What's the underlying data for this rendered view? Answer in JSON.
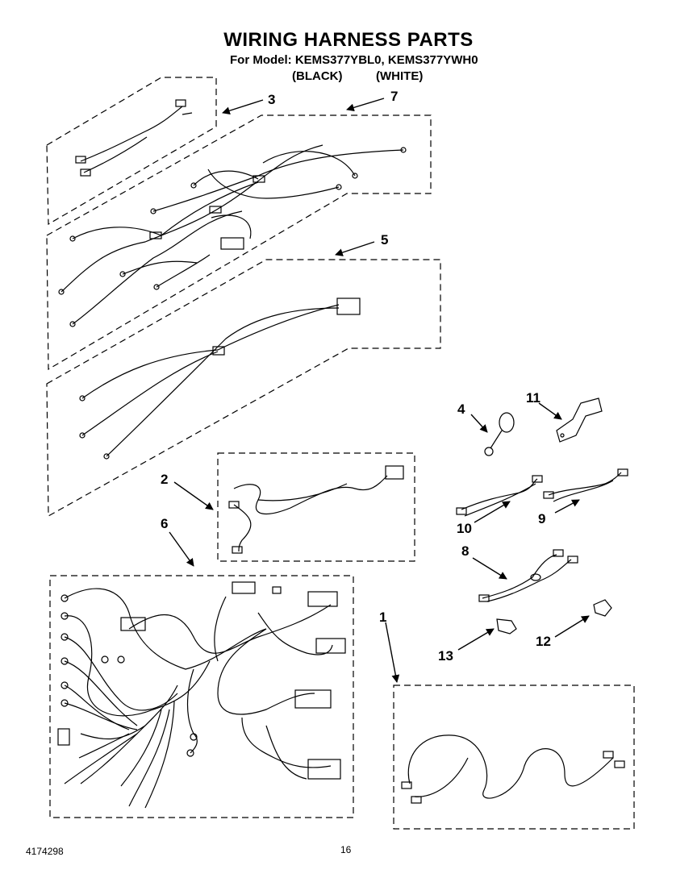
{
  "header": {
    "title": "WIRING HARNESS PARTS",
    "model_line": "For Model: KEMS377YBL0, KEMS377YWH0",
    "color_black": "(BLACK)",
    "color_white": "(WHITE)"
  },
  "callouts": {
    "c1": "1",
    "c2": "2",
    "c3": "3",
    "c4": "4",
    "c5": "5",
    "c6": "6",
    "c7": "7",
    "c8": "8",
    "c9": "9",
    "c10": "10",
    "c11": "11",
    "c12": "12",
    "c13": "13"
  },
  "footer": {
    "doc_number": "4174298",
    "page_number": "16"
  }
}
